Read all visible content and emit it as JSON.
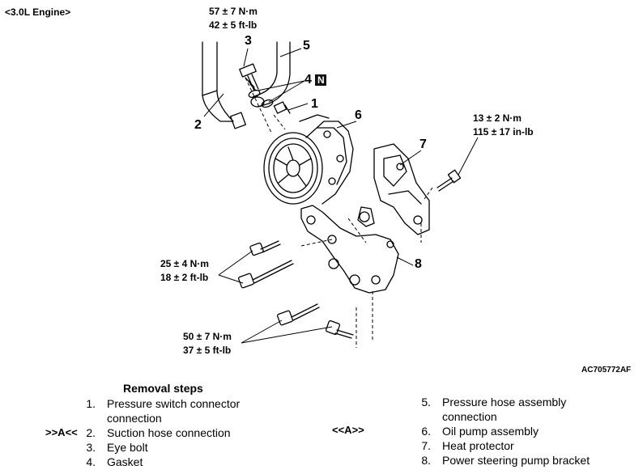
{
  "header": {
    "engine_label": "<3.0L Engine>"
  },
  "torque_specs": {
    "eye_bolt": {
      "metric": "57 ± 7 N·m",
      "imperial": "42 ± 5 ft-lb"
    },
    "heat_protector_bolt": {
      "metric": "13 ± 2 N·m",
      "imperial": "115 ± 17 in-lb"
    },
    "pump_bolts": {
      "metric": "25 ± 4 N·m",
      "imperial": "18 ± 2 ft-lb"
    },
    "bracket_bolts": {
      "metric": "50 ± 7 N·m",
      "imperial": "37 ± 5 ft-lb"
    }
  },
  "callouts": {
    "c1": "1",
    "c2": "2",
    "c3": "3",
    "c4": "4",
    "c5": "5",
    "c6": "6",
    "c7": "7",
    "c8": "8",
    "new_part_badge": "N"
  },
  "figure_code": "AC705772AF",
  "removal": {
    "title": "Removal steps",
    "marker_a_left": ">>A<<",
    "marker_a_right": "<<A>>",
    "steps": [
      {
        "num": "1.",
        "line1": "Pressure switch connector",
        "line2": "connection"
      },
      {
        "num": "2.",
        "line1": "Suction hose connection"
      },
      {
        "num": "3.",
        "line1": "Eye bolt"
      },
      {
        "num": "4.",
        "line1": "Gasket"
      },
      {
        "num": "5.",
        "line1": "Pressure hose assembly",
        "line2": "connection"
      },
      {
        "num": "6.",
        "line1": "Oil pump assembly"
      },
      {
        "num": "7.",
        "line1": "Heat protector"
      },
      {
        "num": "8.",
        "line1": "Power steering pump bracket"
      }
    ]
  }
}
